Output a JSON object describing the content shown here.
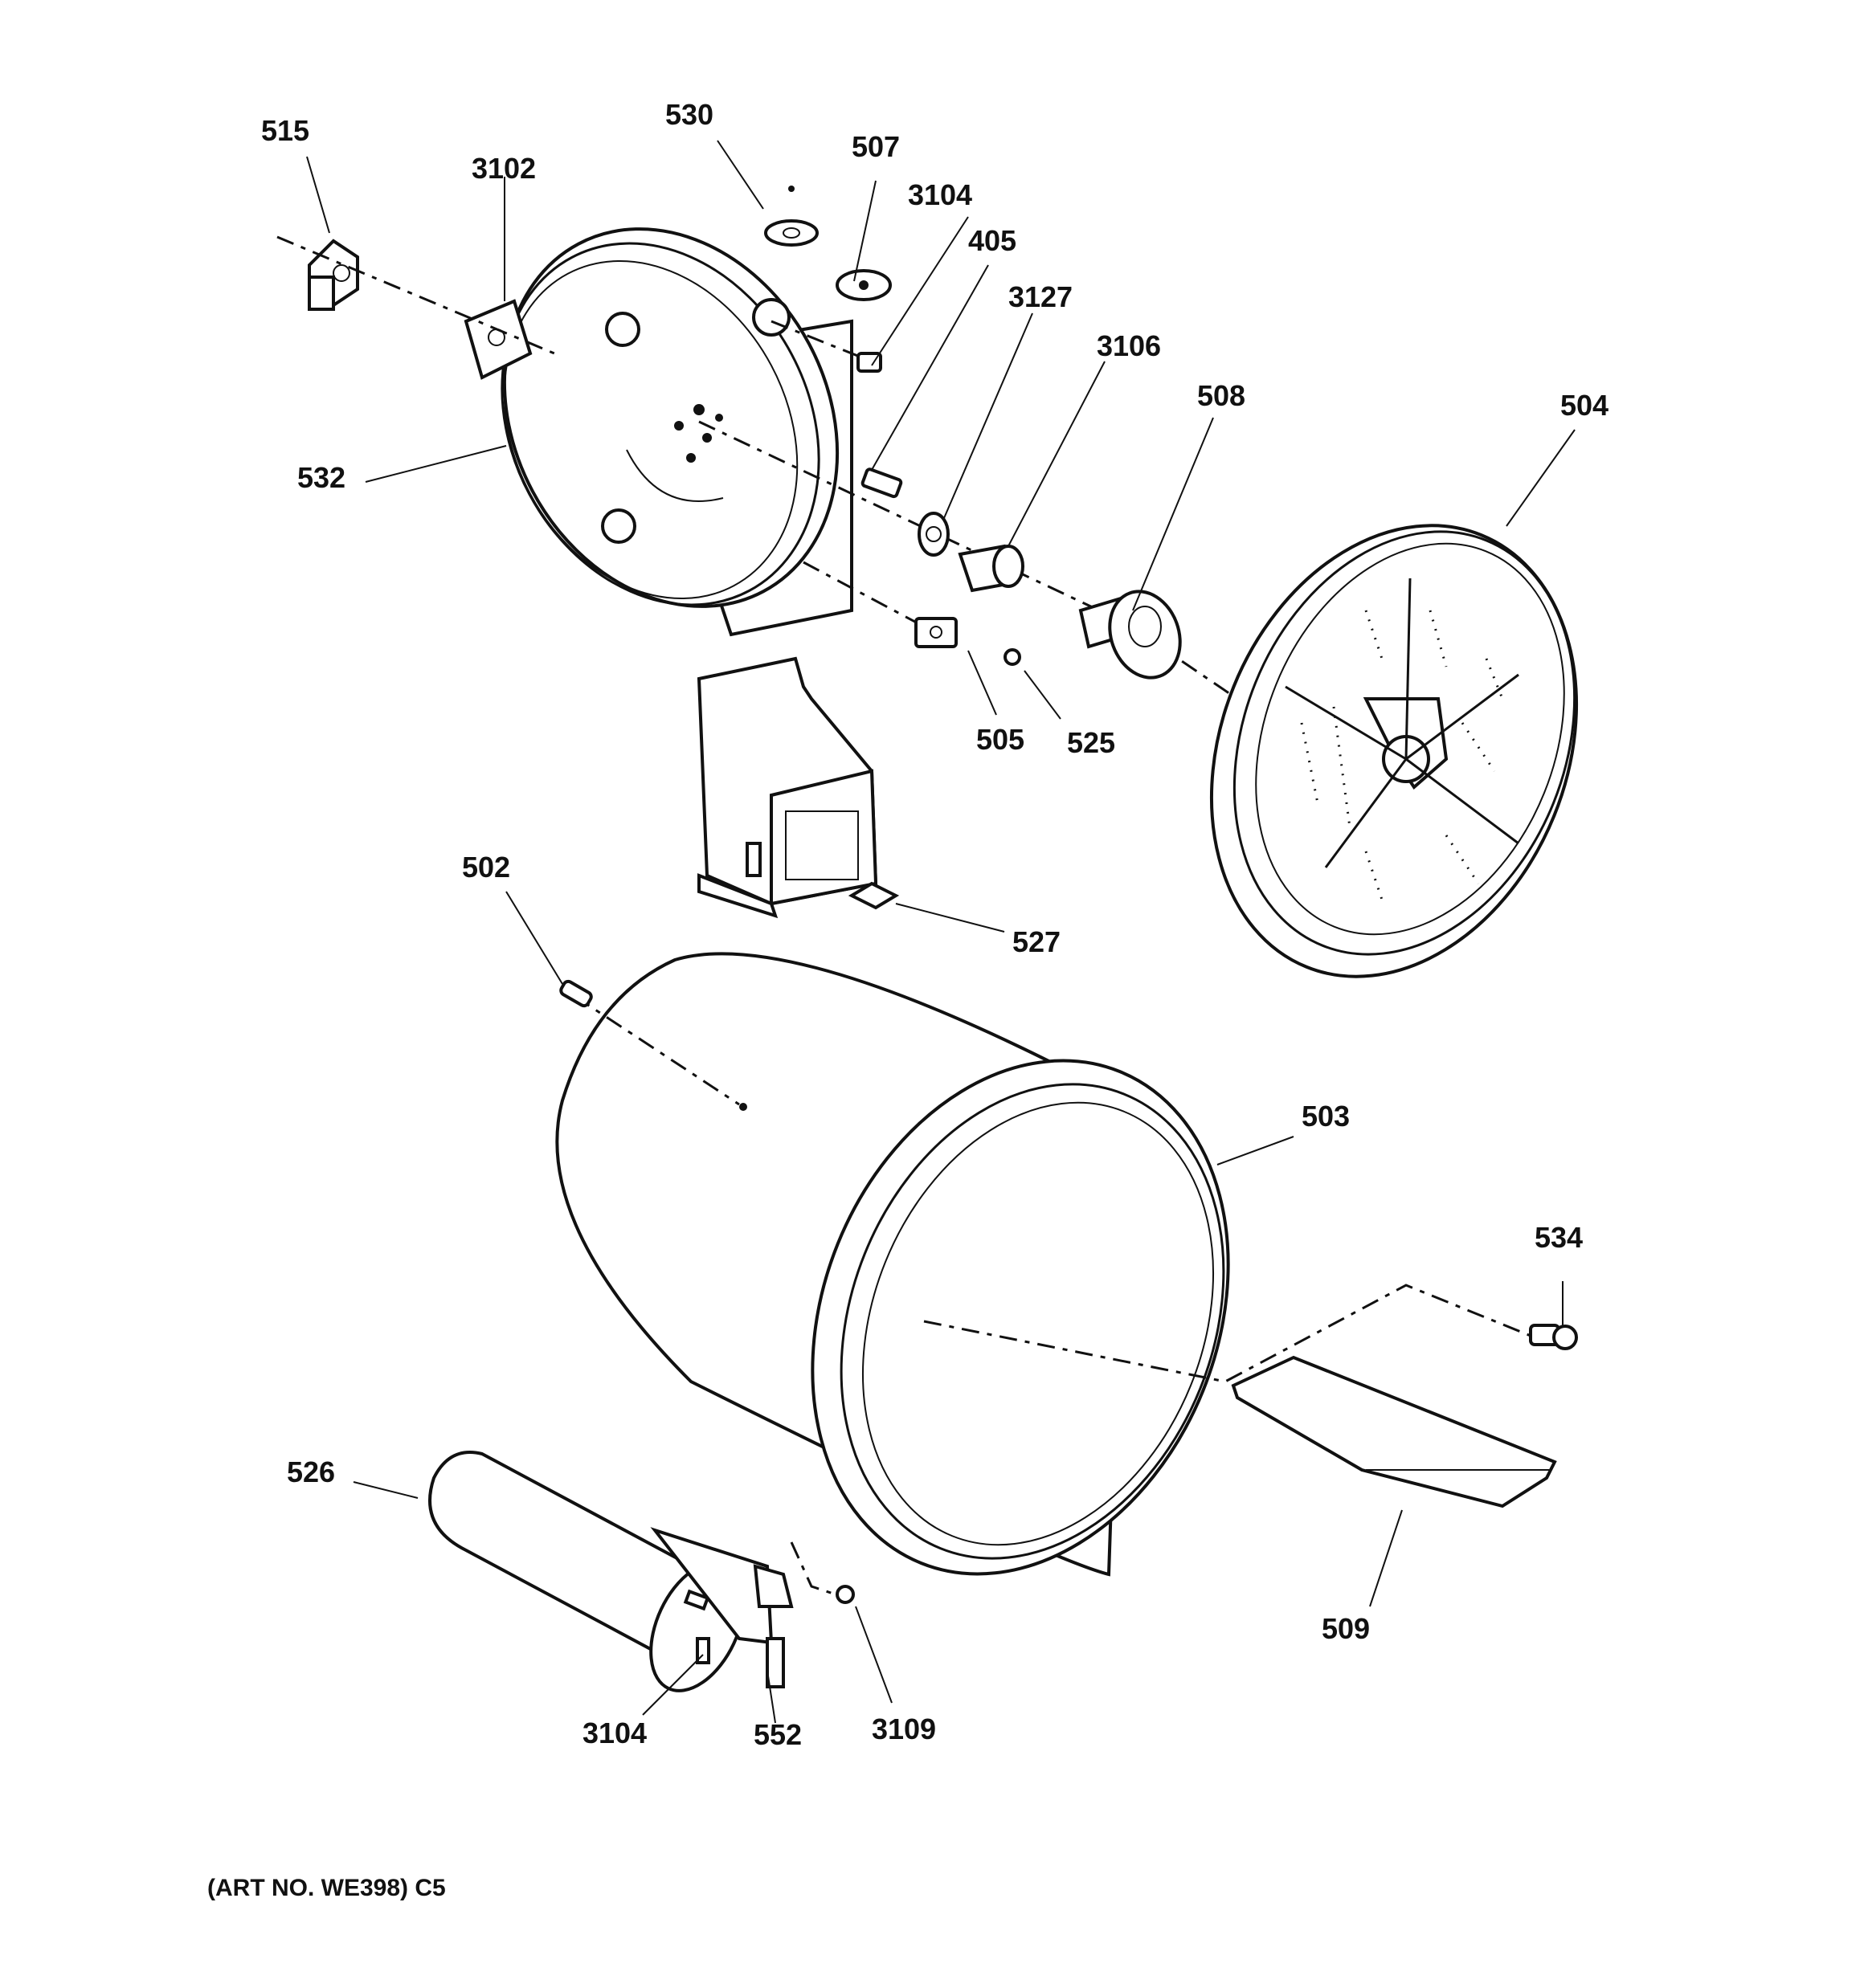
{
  "diagram": {
    "callouts": {
      "c515": "515",
      "c3102": "3102",
      "c530": "530",
      "c507": "507",
      "c3104a": "3104",
      "c405": "405",
      "c3127": "3127",
      "c3106": "3106",
      "c508": "508",
      "c504": "504",
      "c532": "532",
      "c505": "505",
      "c525": "525",
      "c502": "502",
      "c527": "527",
      "c503": "503",
      "c534": "534",
      "c526": "526",
      "c509": "509",
      "c3104b": "3104",
      "c552": "552",
      "c3109": "3109"
    },
    "art_number": "(ART NO. WE398) C5"
  }
}
